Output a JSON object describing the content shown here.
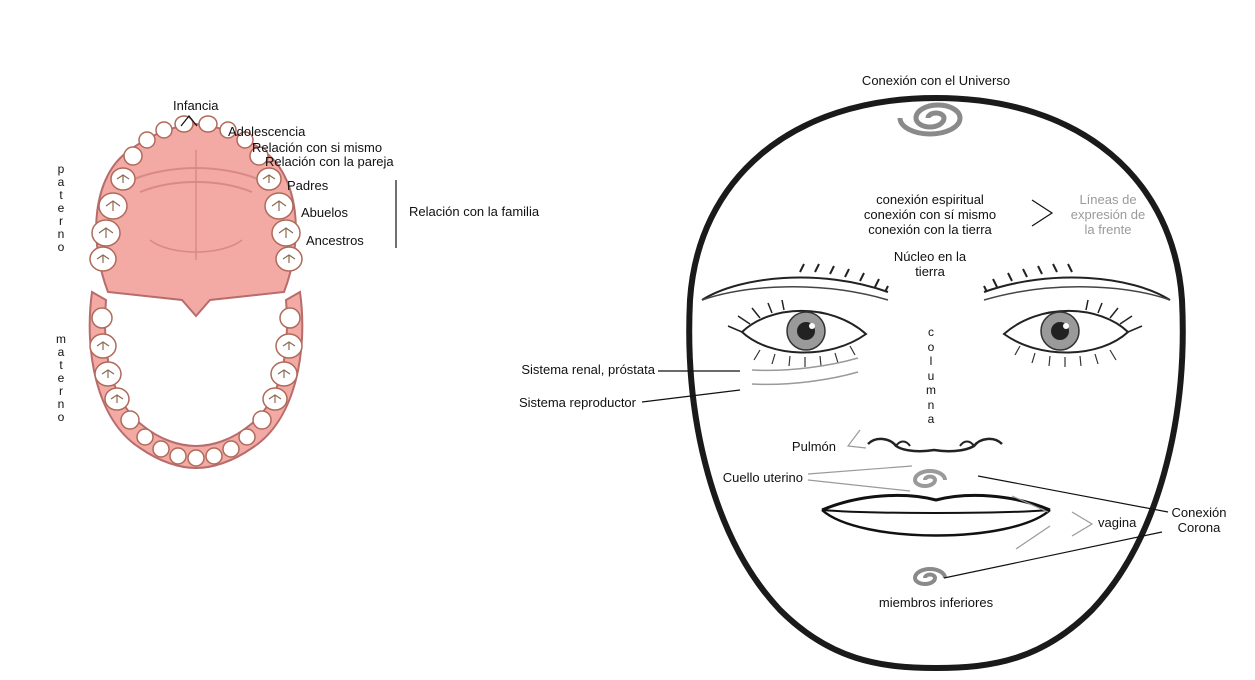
{
  "teeth": {
    "upper_labels": {
      "infancia": "Infancia",
      "adolescencia": "Adolescencia",
      "relacion_si_mismo": "Relación con si mismo",
      "relacion_pareja": "Relación con la pareja",
      "padres": "Padres",
      "abuelos": "Abuelos",
      "ancestros": "Ancestros",
      "familia": "Relación con la familia"
    },
    "side_upper": "paterno",
    "side_lower": "materno"
  },
  "face": {
    "top": "Conexión con el Universo",
    "forehead": [
      "conexión espiritual",
      "conexión con sí mismo",
      "conexión con la tierra"
    ],
    "forehead_lines": [
      "Líneas de",
      "expresión de",
      "la frente"
    ],
    "nucleo": [
      "Núcleo en la",
      "tierra"
    ],
    "columna": "columna",
    "renal": "Sistema renal, próstata",
    "reproductor": "Sistema reproductor",
    "pulmon": "Pulmón",
    "cuello": "Cuello uterino",
    "vagina": "vagina",
    "corona": [
      "Conexión",
      "Corona"
    ],
    "miembros": "miembros inferiores"
  }
}
